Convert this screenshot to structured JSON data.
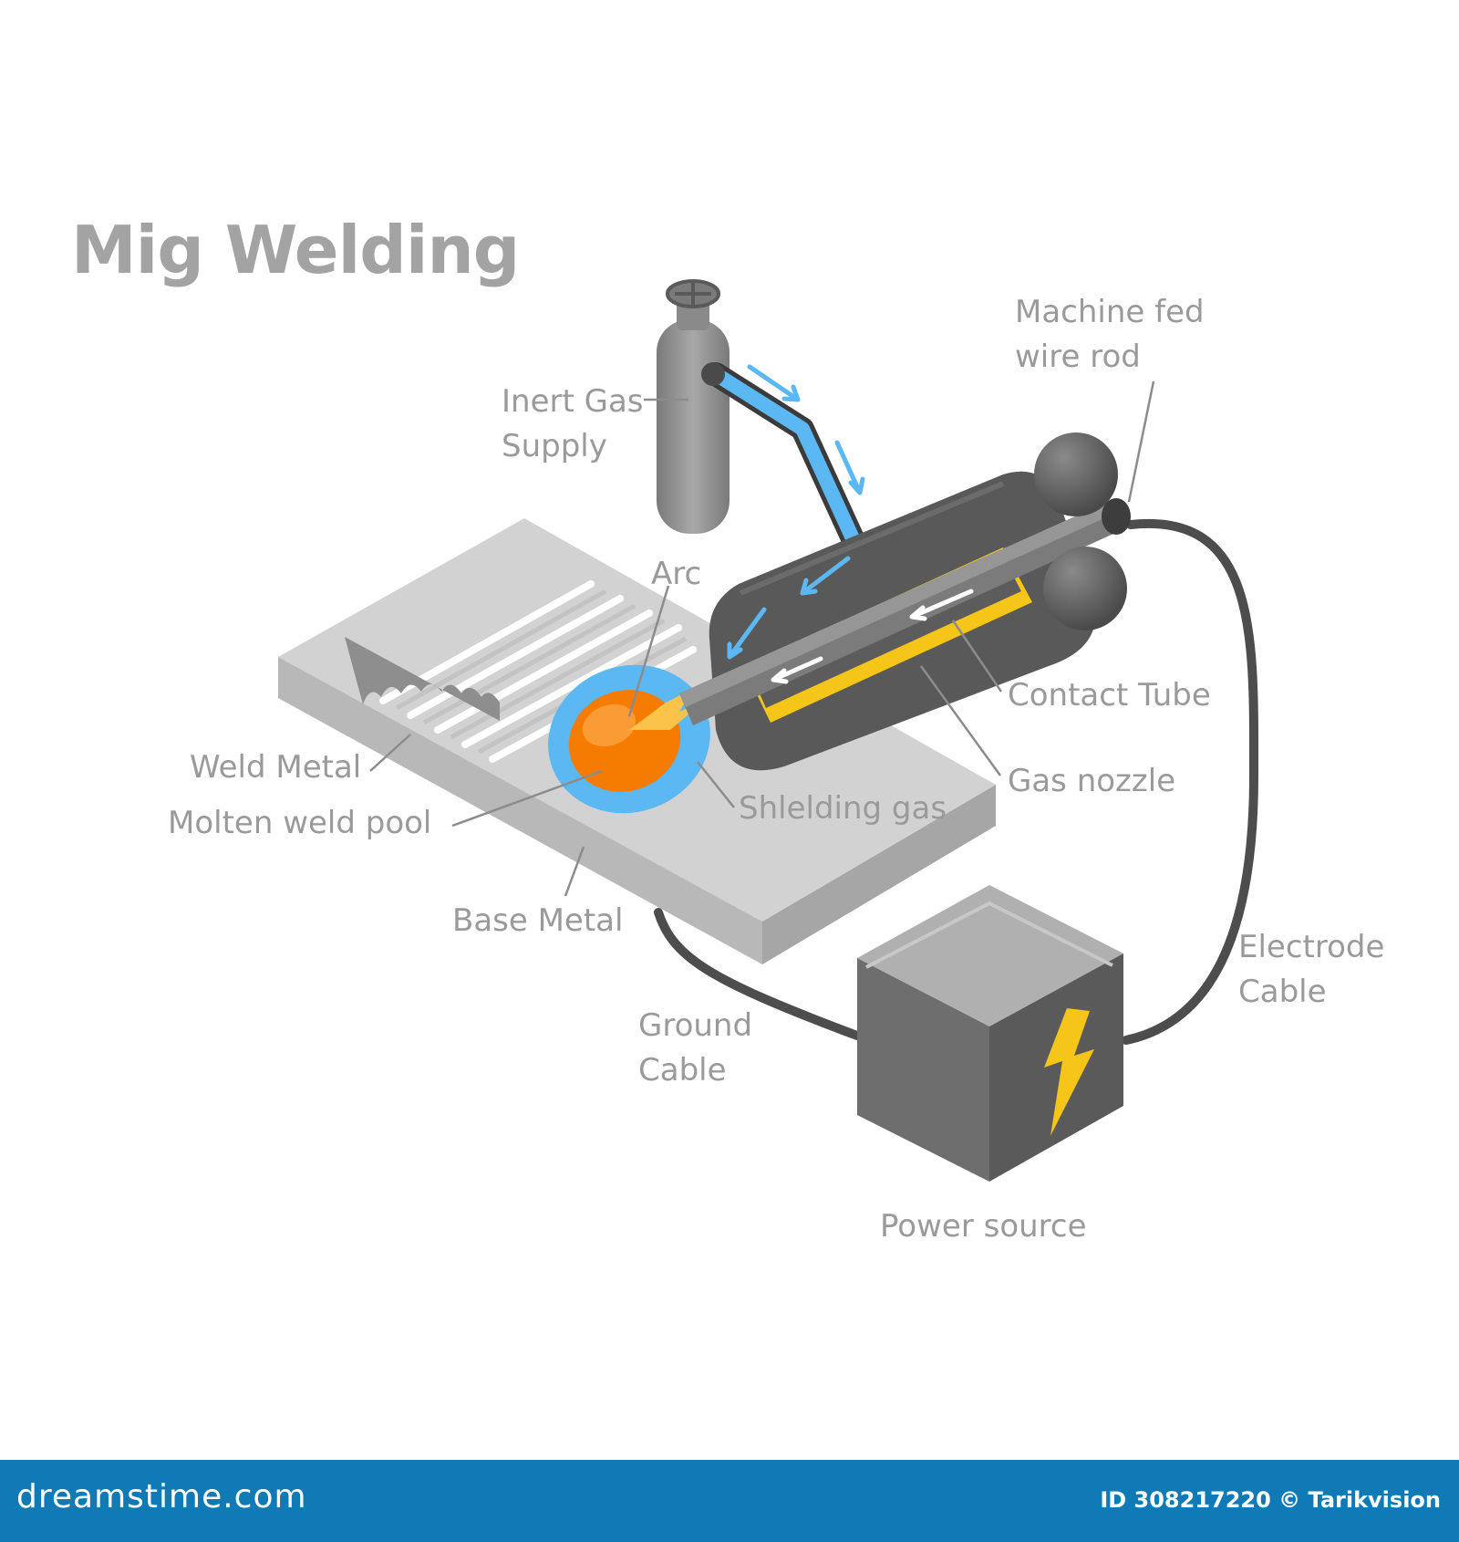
{
  "title": "Mig Welding",
  "labels": {
    "machine_fed_wire_rod": [
      "Machine fed",
      "wire rod"
    ],
    "inert_gas_supply": [
      "Inert Gas",
      "Supply"
    ],
    "arc": "Arc",
    "contact_tube": "Contact Tube",
    "gas_nozzle": "Gas nozzle",
    "weld_metal": "Weld Metal",
    "molten_weld_pool": "Molten weld pool",
    "shielding_gas": "Shlelding gas",
    "base_metal": "Base Metal",
    "electrode_cable": [
      "Electrode",
      "Cable"
    ],
    "ground_cable": [
      "Ground",
      "Cable"
    ],
    "power_source": "Power source"
  },
  "footer": {
    "brand": "dreamstime.com",
    "credit": "ID 308217220 © Tarikvision"
  },
  "colors": {
    "label_gray": "#9a9a9a",
    "dark_gray": "#555555",
    "yellow": "#f5c518",
    "blue": "#5bb8f2",
    "orange": "#f57c00",
    "footer_blue": "#0f7ab5"
  },
  "icons": [
    "gas-cylinder-icon",
    "lightning-bolt-icon",
    "gas-flow-arrow-icon"
  ]
}
